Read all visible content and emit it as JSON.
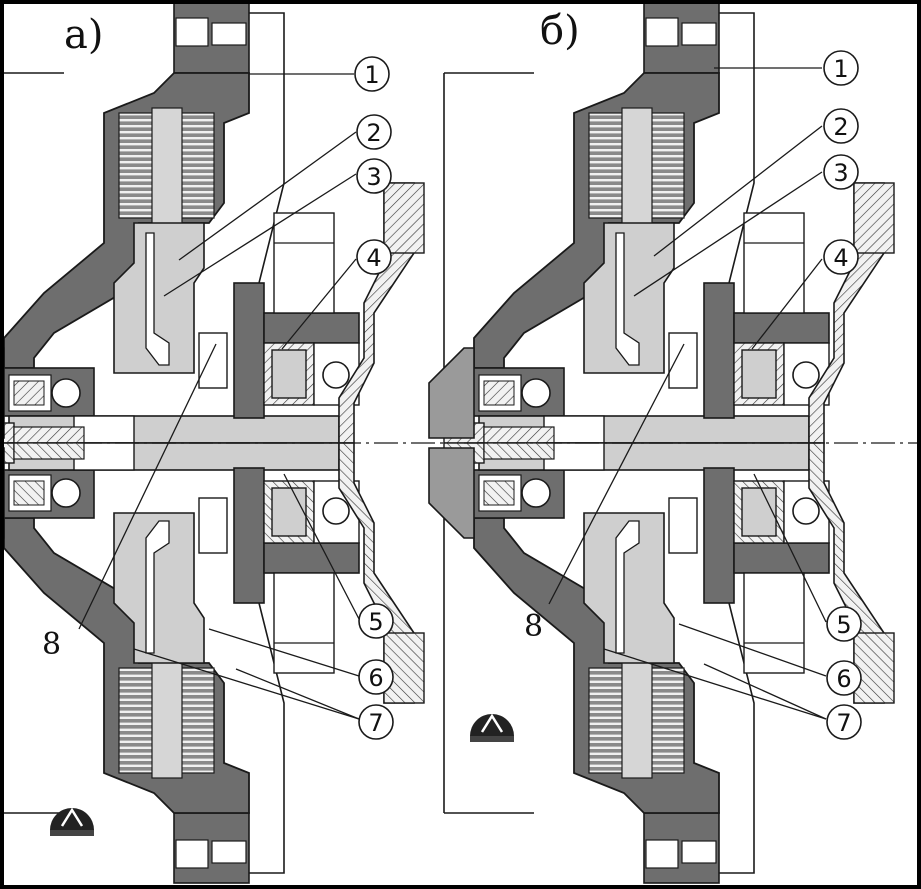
{
  "panels": [
    {
      "label": "а)"
    },
    {
      "label": "б)"
    }
  ],
  "callouts": [
    "1",
    "2",
    "3",
    "4",
    "5",
    "6",
    "7"
  ],
  "bottom_label": "8",
  "colors": {
    "housing": "#6e6e6e",
    "part_light": "#cfcfcf",
    "part_mid": "#b4b4b4",
    "line": "#1a1a1a",
    "background": "#ffffff"
  },
  "icons": [
    "logo-icon"
  ]
}
